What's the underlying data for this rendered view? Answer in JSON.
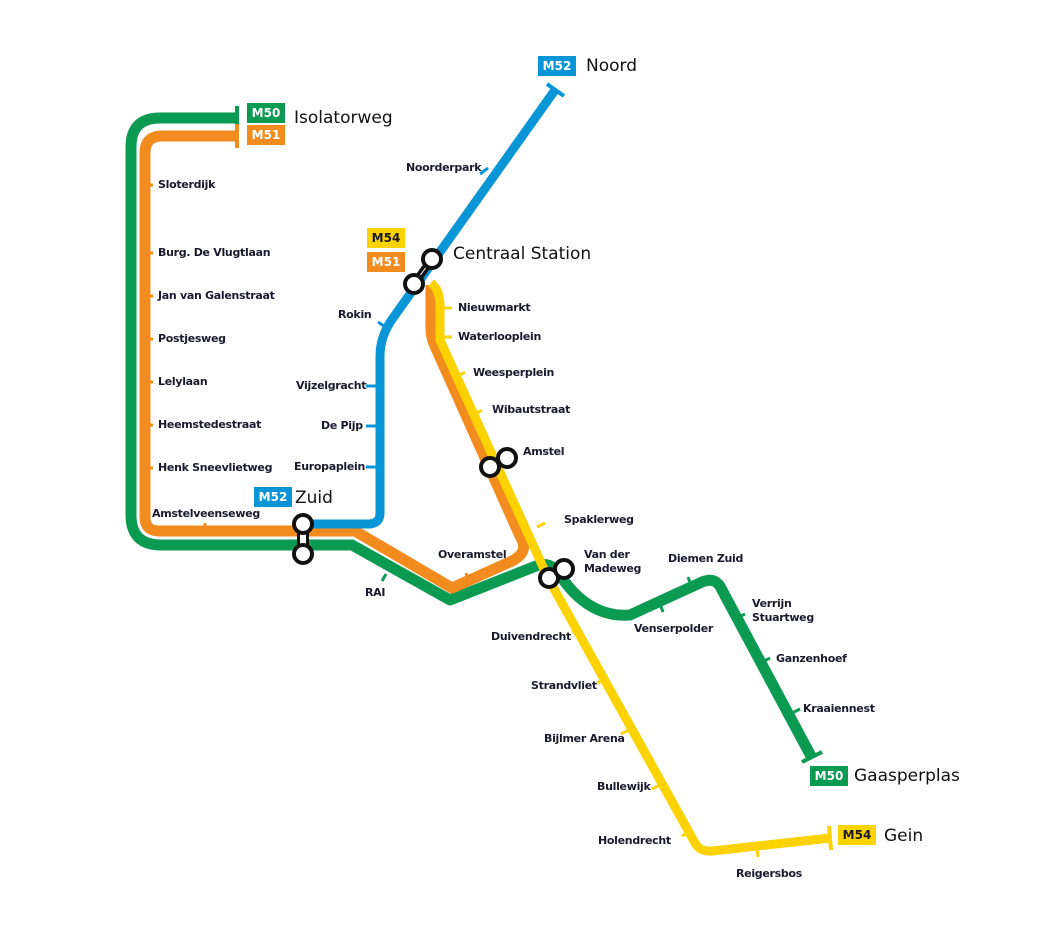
{
  "colors": {
    "M50": "#0b9a52",
    "M51": "#f28c1e",
    "M52": "#0a96d6",
    "M54": "#fcd200",
    "interchange": "#111111"
  },
  "terminals": {
    "isolatorweg": {
      "name": "Isolatorweg",
      "badges": [
        "M50",
        "M51"
      ]
    },
    "noord": {
      "name": "Noord",
      "badges": [
        "M52"
      ]
    },
    "centraal": {
      "name": "Centraal Station",
      "badges": [
        "M54",
        "M51"
      ]
    },
    "zuid": {
      "name": "Zuid",
      "badges": [
        "M52"
      ]
    },
    "gaasperplas": {
      "name": "Gaasperplas",
      "badges": [
        "M50"
      ]
    },
    "gein": {
      "name": "Gein",
      "badges": [
        "M54"
      ]
    }
  },
  "stations": {
    "sloterdijk": "Sloterdijk",
    "burg_de_vlugtlaan": "Burg. De Vlugtlaan",
    "jan_van_galenstraat": "Jan van Galenstraat",
    "postjesweg": "Postjesweg",
    "lelylaan": "Lelylaan",
    "heemstedestraat": "Heemstedestraat",
    "henk_sneevlietweg": "Henk Sneevlietweg",
    "amstelveenseweg": "Amstelveenseweg",
    "noorderpark": "Noorderpark",
    "rokin": "Rokin",
    "vijzelgracht": "Vijzelgracht",
    "de_pijp": "De Pijp",
    "europaplein": "Europaplein",
    "nieuwmarkt": "Nieuwmarkt",
    "waterlooplein": "Waterlooplein",
    "weesperplein": "Weesperplein",
    "wibautstraat": "Wibautstraat",
    "amstel": "Amstel",
    "spaklerweg": "Spaklerweg",
    "van_der_madeweg_1": "Van der",
    "van_der_madeweg_2": "Madeweg",
    "overamstel": "Overamstel",
    "rai": "RAI",
    "duivendrecht": "Duivendrecht",
    "strandvliet": "Strandvliet",
    "bijlmer_arena": "Bijlmer Arena",
    "bullewijk": "Bullewijk",
    "holendrecht": "Holendrecht",
    "reigersbos": "Reigersbos",
    "diemen_zuid": "Diemen Zuid",
    "venserpolder": "Venserpolder",
    "verrijn_stuartweg_1": "Verrijn",
    "verrijn_stuartweg_2": "Stuartweg",
    "ganzenhoef": "Ganzenhoef",
    "kraaiennest": "Kraaiennest"
  }
}
